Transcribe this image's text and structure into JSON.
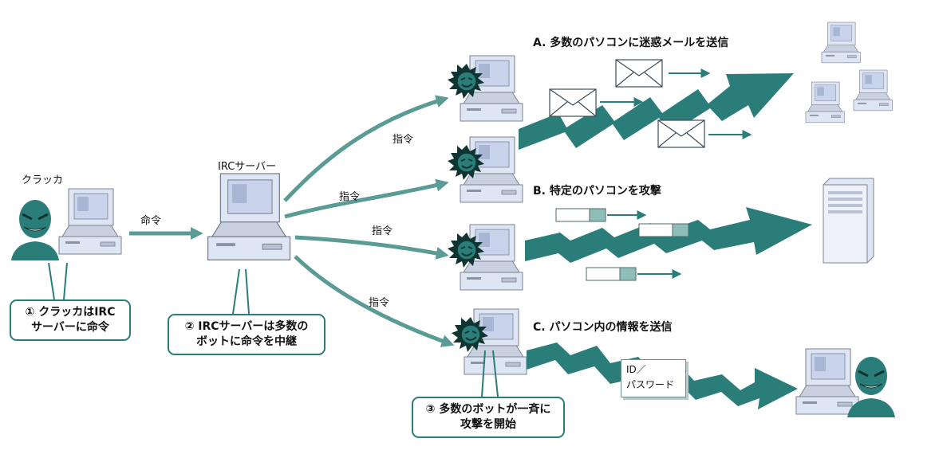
{
  "actors": {
    "cracker_label": "クラッカ",
    "irc_server_label": "IRCサーバー"
  },
  "commands": {
    "from_cracker": "命令",
    "to_bots": [
      "指令",
      "指令",
      "指令",
      "指令"
    ]
  },
  "attacks": {
    "a": "A. 多数のパソコンに迷惑メールを送信",
    "b": "B. 特定のパソコンを攻撃",
    "c": "C. パソコン内の情報を送信"
  },
  "id_box": {
    "line1": "ID／",
    "line2": "パスワード"
  },
  "callouts": {
    "one": {
      "line1": "① クラッカはIRC",
      "line2": "サーバーに命令"
    },
    "two": {
      "line1": "② IRCサーバーは多数の",
      "line2": "ボットに命令を中継"
    },
    "three": {
      "line1": "③ 多数のボットが一斉に",
      "line2": "攻撃を開始"
    }
  },
  "colors": {
    "teal": "#2a7d78",
    "arrow": "#5a9b96",
    "monitor": "#dfe6f3",
    "screen": "#c9d4ec"
  }
}
